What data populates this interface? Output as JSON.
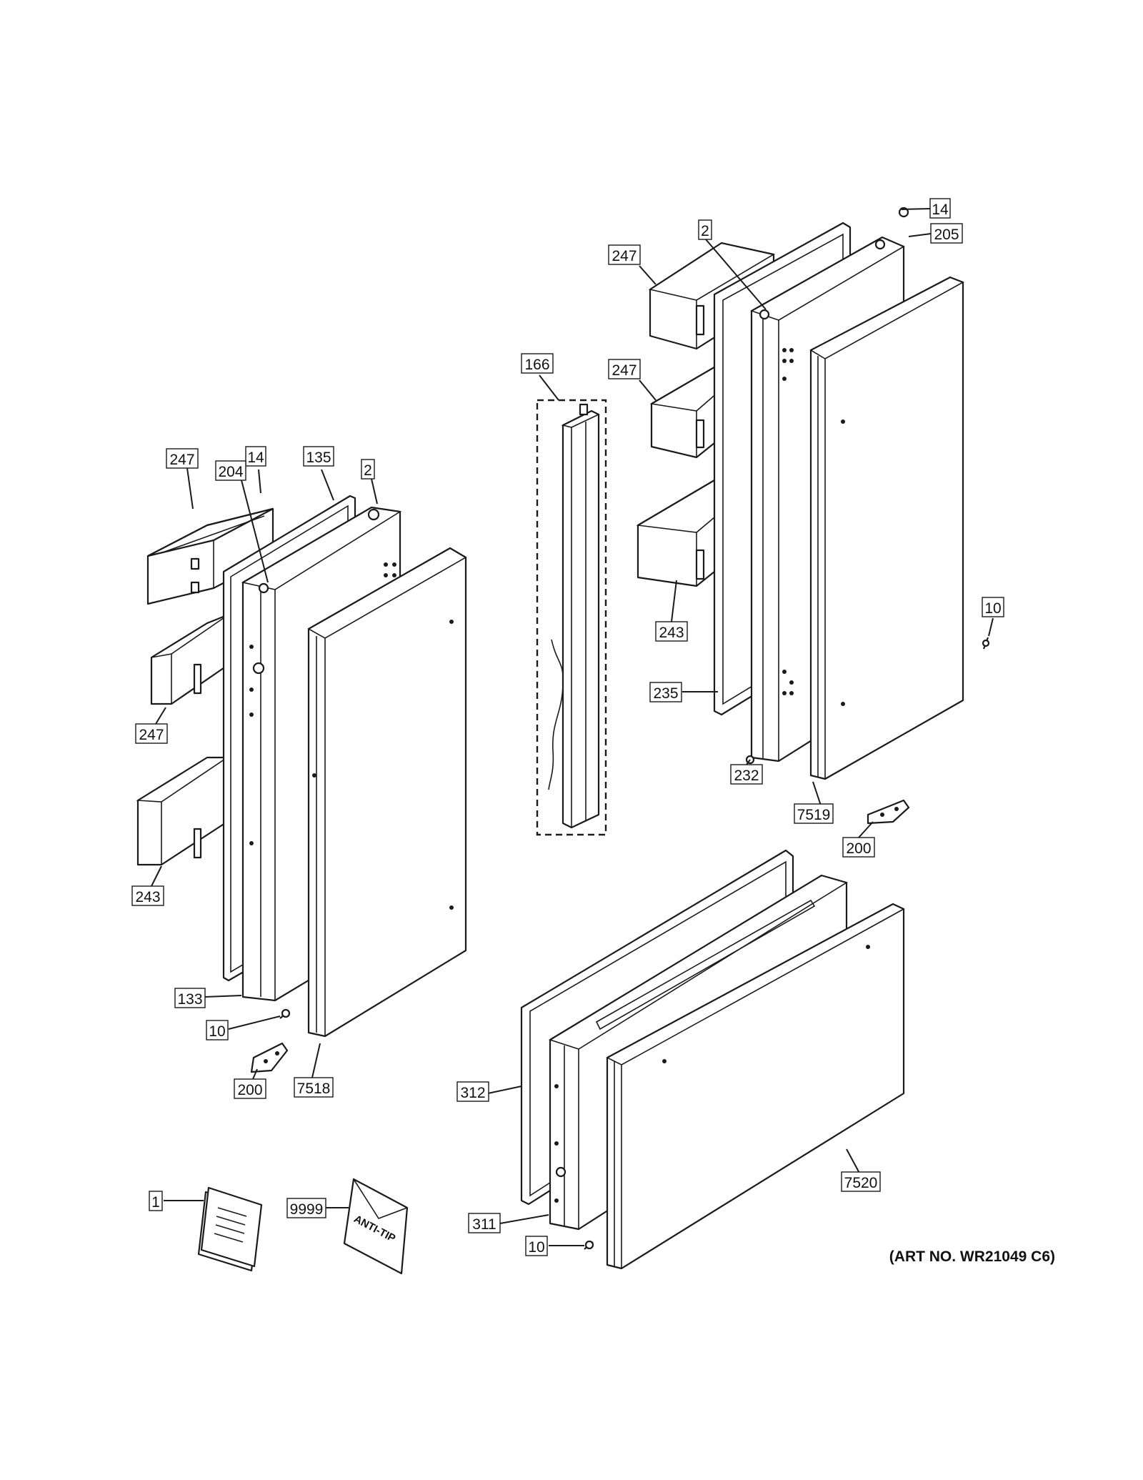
{
  "diagram": {
    "art_number": "(ART NO. WR21049 C6)",
    "envelope_text": "ANTI-TIP",
    "callouts": [
      {
        "id": "c-247-a",
        "label": "247"
      },
      {
        "id": "c-14-a",
        "label": "14"
      },
      {
        "id": "c-135",
        "label": "135"
      },
      {
        "id": "c-2-a",
        "label": "2"
      },
      {
        "id": "c-204",
        "label": "204"
      },
      {
        "id": "c-247-b",
        "label": "247"
      },
      {
        "id": "c-243-a",
        "label": "243"
      },
      {
        "id": "c-133",
        "label": "133"
      },
      {
        "id": "c-10-a",
        "label": "10"
      },
      {
        "id": "c-200-a",
        "label": "200"
      },
      {
        "id": "c-7518",
        "label": "7518"
      },
      {
        "id": "c-166",
        "label": "166"
      },
      {
        "id": "c-14-b",
        "label": "14"
      },
      {
        "id": "c-205",
        "label": "205"
      },
      {
        "id": "c-2-b",
        "label": "2"
      },
      {
        "id": "c-247-c",
        "label": "247"
      },
      {
        "id": "c-247-d",
        "label": "247"
      },
      {
        "id": "c-243-b",
        "label": "243"
      },
      {
        "id": "c-10-b",
        "label": "10"
      },
      {
        "id": "c-235",
        "label": "235"
      },
      {
        "id": "c-232",
        "label": "232"
      },
      {
        "id": "c-7519",
        "label": "7519"
      },
      {
        "id": "c-200-b",
        "label": "200"
      },
      {
        "id": "c-312",
        "label": "312"
      },
      {
        "id": "c-7520",
        "label": "7520"
      },
      {
        "id": "c-1",
        "label": "1"
      },
      {
        "id": "c-9999",
        "label": "9999"
      },
      {
        "id": "c-311",
        "label": "311"
      },
      {
        "id": "c-10-c",
        "label": "10"
      }
    ]
  }
}
